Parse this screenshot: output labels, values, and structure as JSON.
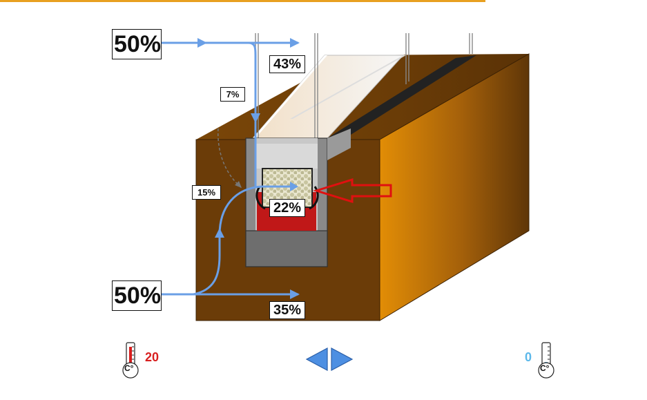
{
  "labels": {
    "outdoor_top_in": "50%",
    "transmitted": "43%",
    "glass_edge": "7%",
    "spacer_flux": "22%",
    "frame_flux": "15%",
    "outdoor_bottom_in": "50%",
    "frame_out": "35%"
  },
  "temperatures": {
    "inside_value": "20",
    "inside_unit": "C°",
    "inside_color": "#d81f1f",
    "outside_value": "0",
    "outside_unit": "C°",
    "outside_color": "#5bb8ea"
  },
  "colors": {
    "flow_arrow": "#6a9fe6",
    "highlight_arrow": "#e01010",
    "frame_dark": "#6b3c08",
    "frame_light": "#e08a08",
    "seal_red": "#c01818",
    "nav_blue": "#4d8fe2"
  },
  "icons": {
    "thermometer": "thermometer-icon",
    "prev": "prev-arrow-icon",
    "next": "next-arrow-icon"
  }
}
